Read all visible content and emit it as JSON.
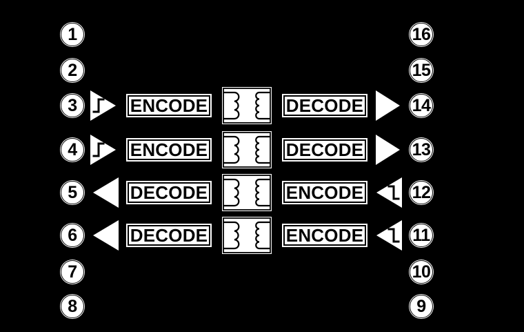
{
  "colors": {
    "background": "#000000",
    "shape_fill": "#ffffff",
    "ink": "#000000"
  },
  "pins": {
    "left": [
      "1",
      "2",
      "3",
      "4",
      "5",
      "6",
      "7",
      "8"
    ],
    "right": [
      "16",
      "15",
      "14",
      "13",
      "12",
      "11",
      "10",
      "9"
    ]
  },
  "channels": [
    {
      "left_block_label": "ENCODE",
      "right_block_label": "DECODE",
      "direction": "left-to-right",
      "input_pin": "3",
      "output_pin": "14"
    },
    {
      "left_block_label": "ENCODE",
      "right_block_label": "DECODE",
      "direction": "left-to-right",
      "input_pin": "4",
      "output_pin": "13"
    },
    {
      "left_block_label": "DECODE",
      "right_block_label": "ENCODE",
      "direction": "right-to-left",
      "input_pin": "12",
      "output_pin": "5"
    },
    {
      "left_block_label": "DECODE",
      "right_block_label": "ENCODE",
      "direction": "right-to-left",
      "input_pin": "11",
      "output_pin": "6"
    }
  ],
  "icons": {
    "input_buffer": "rising-edge-schmitt-triangle",
    "output_buffer": "solid-triangle-buffer",
    "isolation_element": "transformer-coils-in-box"
  }
}
